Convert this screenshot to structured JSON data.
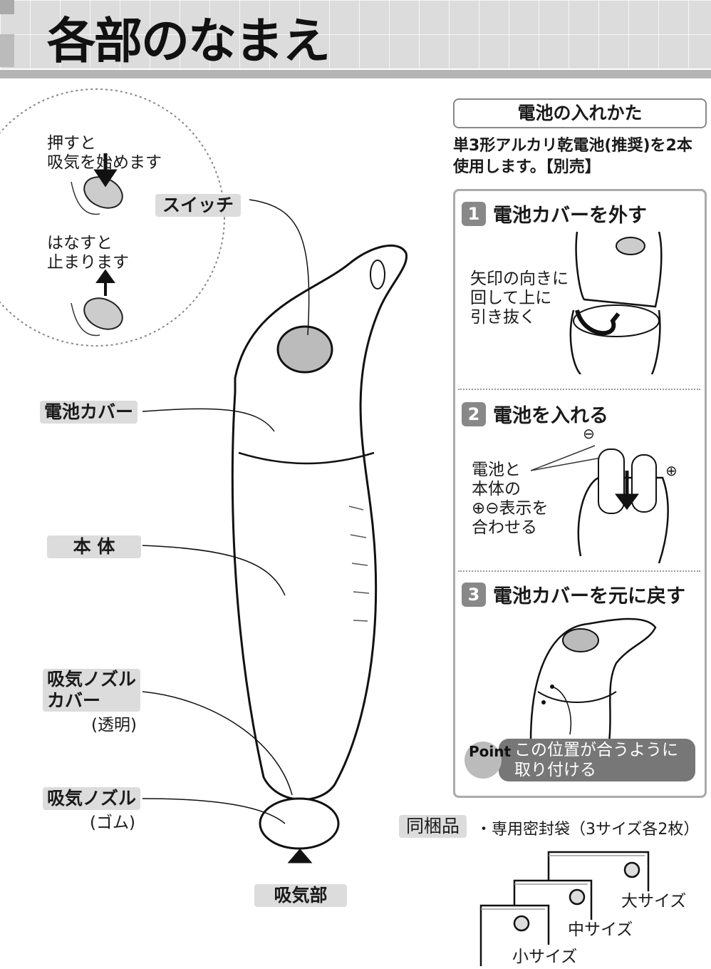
{
  "title": "各部のなまえ",
  "switch_hint": {
    "press": "押すと\n吸気を始めます",
    "release": "はなすと\n止まります"
  },
  "parts": {
    "switch": "スイッチ",
    "battery_cover": "電池カバー",
    "body": "本 体",
    "nozzle_cover": "吸気ノズル\nカバー",
    "nozzle_cover_note": "(透明)",
    "nozzle": "吸気ノズル",
    "nozzle_note": "(ゴム)",
    "intake": "吸気部"
  },
  "battery": {
    "heading": "電池の入れかた",
    "desc": "単3形アルカリ乾電池(推奨)を2本\n使用します。【別売】",
    "steps": [
      {
        "num": "1",
        "title": "電池カバーを外す",
        "note": "矢印の向きに\n回して上に\n引き抜く"
      },
      {
        "num": "2",
        "title": "電池を入れる",
        "note": "電池と\n本体の\n⊕⊖表示を\n合わせる",
        "minus": "⊖",
        "plus": "⊕"
      },
      {
        "num": "3",
        "title": "電池カバーを元に戻す"
      }
    ],
    "point_badge": "Point",
    "point_text": "この位置が合うように\n取り付ける"
  },
  "included": {
    "label": "同梱品",
    "text": "・専用密封袋（3サイズ各2枚）",
    "sizes": [
      "大サイズ",
      "中サイズ",
      "小サイズ"
    ]
  }
}
